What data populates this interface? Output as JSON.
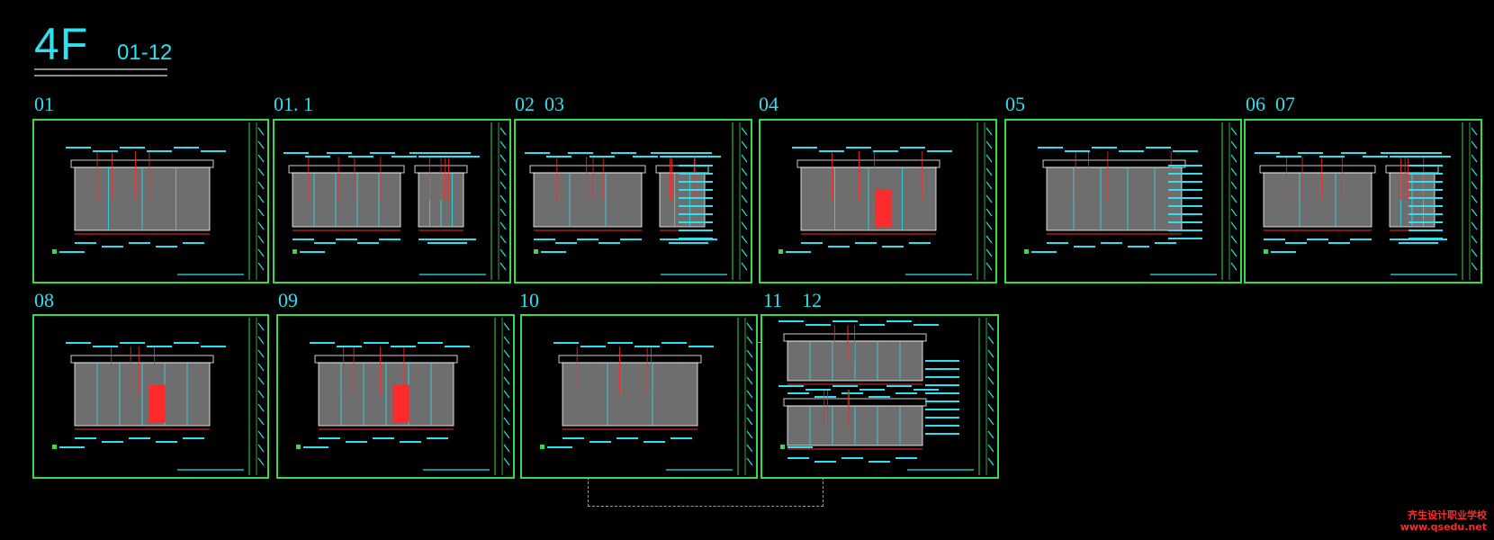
{
  "title": {
    "main": "4F",
    "sub": "01-12"
  },
  "sheets": [
    {
      "label": "01"
    },
    {
      "label": "01. 1"
    },
    {
      "label": "02  03"
    },
    {
      "label": "04"
    },
    {
      "label": "05"
    },
    {
      "label": "06  07"
    },
    {
      "label": "08"
    },
    {
      "label": "09"
    },
    {
      "label": "10"
    },
    {
      "label": "11    12"
    }
  ],
  "watermark": {
    "line1": "齐生设计职业学校",
    "line2": "www.qsedu.net"
  },
  "colors": {
    "background": "#000000",
    "cyan": "#2ee0f0",
    "frame_green": "#39d94b",
    "red": "#ff2a2a",
    "gray_fill": "#6e6e6e",
    "white": "#ffffff"
  }
}
